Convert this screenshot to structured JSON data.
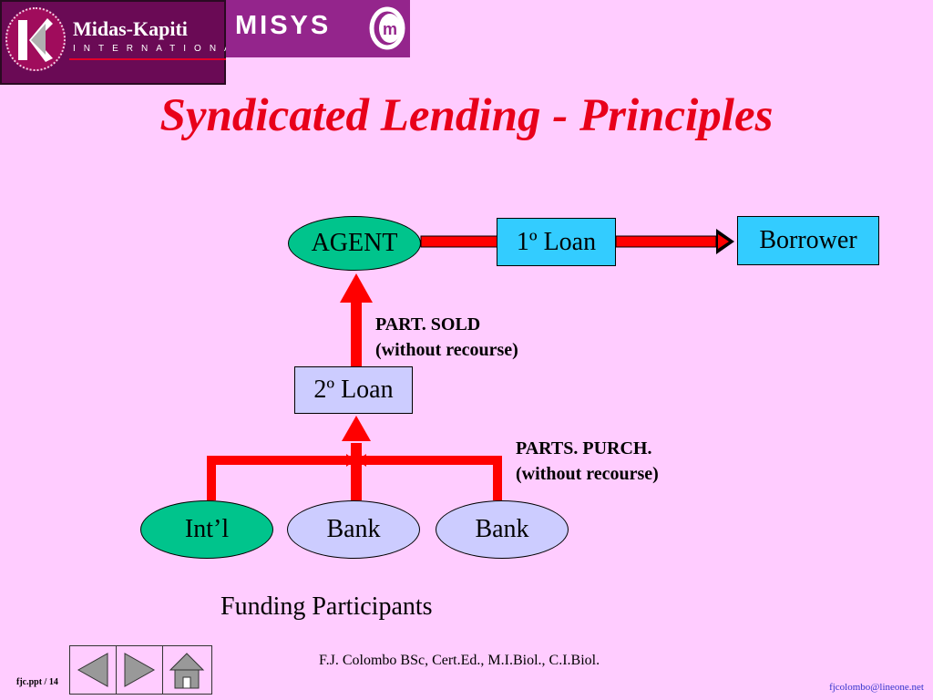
{
  "header": {
    "logo_name": "Midas-Kapiti",
    "logo_sub": "INTERNATIONAL",
    "brand": "MISYS"
  },
  "slide": {
    "title": "Syndicated Lending - Principles",
    "caption": "Funding Participants"
  },
  "diagram": {
    "agent": "AGENT",
    "loan1": "1º Loan",
    "borrower": "Borrower",
    "loan2": "2º Loan",
    "participants": [
      "Int’l",
      "Bank",
      "Bank"
    ],
    "part_sold": [
      "PART. SOLD",
      "(without recourse)"
    ],
    "parts_purch": [
      "PARTS. PURCH.",
      "(without recourse)"
    ]
  },
  "footer": {
    "file_id": "fjc.ppt / 14",
    "author": "F.J. Colombo BSc, Cert.Ed., M.I.Biol., C.I.Biol.",
    "email": "fjcolombo@lineone.net"
  },
  "colors": {
    "background": "#ffccff",
    "title": "#e8001a",
    "arrow": "#ff0000",
    "agent_fill": "#00c48c",
    "loan_fill": "#33ccff",
    "secondary_fill": "#ccccff"
  },
  "icons": [
    "back-arrow-icon",
    "forward-arrow-icon",
    "home-icon"
  ]
}
